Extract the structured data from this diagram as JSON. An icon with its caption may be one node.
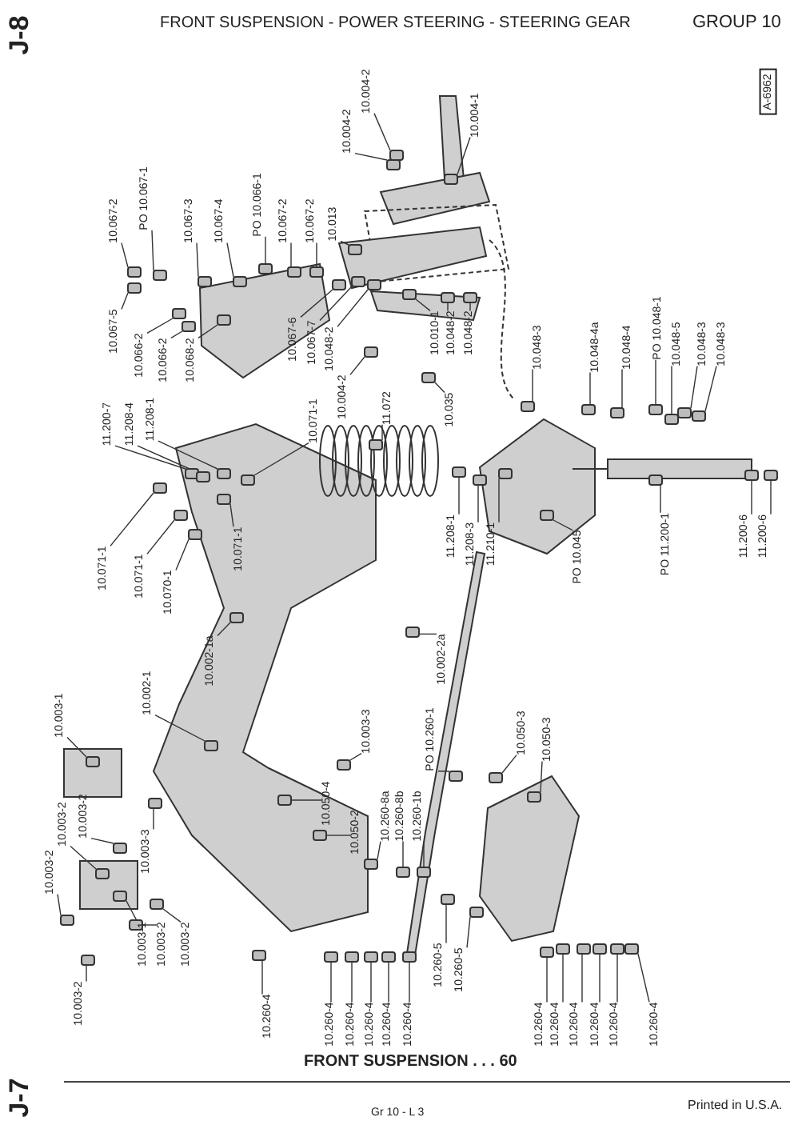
{
  "diagram": {
    "title": "FRONT SUSPENSION - POWER STEERING - STEERING GEAR",
    "nodes": [
      {
        "text": [
          "10.004-2"
        ]
      },
      {
        "text": [
          "10.004-2"
        ]
      },
      {
        "text": [
          "10.004-1"
        ]
      },
      {
        "text": [
          "10.067-2"
        ]
      },
      {
        "text": [
          "PO 10.067-1"
        ]
      },
      {
        "text": [
          "10.067-3"
        ]
      },
      {
        "text": [
          "10.067-4"
        ]
      },
      {
        "text": [
          "PO 10.066-1"
        ]
      },
      {
        "text": [
          "10.067-2"
        ]
      },
      {
        "text": [
          "10.067-2"
        ]
      },
      {
        "text": [
          "10.013"
        ]
      },
      {
        "text": [
          "10.067-5"
        ]
      },
      {
        "text": [
          "10.066-2"
        ]
      },
      {
        "text": [
          "10.066-2"
        ]
      },
      {
        "text": [
          "10.068-2"
        ]
      },
      {
        "text": [
          "10.067-6"
        ]
      },
      {
        "text": [
          "10.067-7"
        ]
      },
      {
        "text": [
          "10.048-2"
        ]
      },
      {
        "text": [
          "10.004-2"
        ]
      },
      {
        "text": [
          "10.010-1"
        ]
      },
      {
        "text": [
          "10.048-2"
        ]
      },
      {
        "text": [
          "10.048-2"
        ]
      },
      {
        "text": [
          "10.035"
        ]
      },
      {
        "text": [
          "11.200-7"
        ]
      },
      {
        "text": [
          "11.208-4"
        ]
      },
      {
        "text": [
          "11.208-1"
        ]
      },
      {
        "text": [
          "10.071-1"
        ]
      },
      {
        "text": [
          "11.072"
        ]
      },
      {
        "text": [
          "10.071-1"
        ]
      },
      {
        "text": [
          "10.071-1"
        ]
      },
      {
        "text": [
          "10.070-1"
        ]
      },
      {
        "text": [
          "10.071-1"
        ]
      },
      {
        "text": [
          "10.002-1a"
        ]
      },
      {
        "text": [
          "10.002-1"
        ]
      },
      {
        "text": [
          "10.003-1"
        ]
      },
      {
        "text": [
          "10.048-3"
        ]
      },
      {
        "text": [
          "10.048-4a"
        ]
      },
      {
        "text": [
          "10.048-4"
        ]
      },
      {
        "text": [
          "PO 10.048-1"
        ]
      },
      {
        "text": [
          "10.048-5"
        ]
      },
      {
        "text": [
          "10.048-3"
        ]
      },
      {
        "text": [
          "10.048-3"
        ]
      },
      {
        "text": [
          "11.208-1"
        ]
      },
      {
        "text": [
          "11.208-3"
        ]
      },
      {
        "text": [
          "11.210-1"
        ]
      },
      {
        "text": [
          "PO 10.045"
        ]
      },
      {
        "text": [
          "PO 11.200-1"
        ]
      },
      {
        "text": [
          "11.200-6"
        ]
      },
      {
        "text": [
          "11.200-6"
        ]
      },
      {
        "text": [
          "10.003-3"
        ]
      },
      {
        "text": [
          "10.002-2a"
        ]
      },
      {
        "text": [
          "PO 10.260-1"
        ]
      },
      {
        "text": [
          "10.050-3"
        ]
      },
      {
        "text": [
          "10.050-3"
        ]
      },
      {
        "text": [
          "10.003-2"
        ]
      },
      {
        "text": [
          "10.003-2"
        ]
      },
      {
        "text": [
          "10.003-3"
        ]
      },
      {
        "text": [
          "10.050-4"
        ]
      },
      {
        "text": [
          "10.050-2"
        ]
      },
      {
        "text": [
          "10.260-8a"
        ]
      },
      {
        "text": [
          "10.260-8b"
        ]
      },
      {
        "text": [
          "10.260-1b"
        ]
      },
      {
        "text": [
          "10.003-2"
        ]
      },
      {
        "text": [
          "10.003-1"
        ]
      },
      {
        "text": [
          "10.003-2"
        ]
      },
      {
        "text": [
          "10.003-2"
        ]
      },
      {
        "text": [
          "10.003-2"
        ]
      },
      {
        "text": [
          "10.260-4"
        ]
      },
      {
        "text": [
          "10.260-5"
        ]
      },
      {
        "text": [
          "10.260-5"
        ]
      },
      {
        "text": [
          "10.260-4"
        ]
      },
      {
        "text": [
          "10.260-4"
        ]
      },
      {
        "text": [
          "10.260-4"
        ]
      },
      {
        "text": [
          "10.260-4"
        ]
      },
      {
        "text": [
          "10.260-4"
        ]
      },
      {
        "text": [
          "10.260-4"
        ]
      },
      {
        "text": [
          "10.260-4"
        ]
      },
      {
        "text": [
          "10.260-4"
        ]
      },
      {
        "text": [
          "10.260-4"
        ]
      },
      {
        "text": [
          "10.260-4"
        ]
      },
      {
        "text": [
          "10.260-4"
        ]
      },
      {
        "text": [],
        "shape": "box"
      },
      {
        "text": [],
        "shape": "box"
      },
      {
        "text": [],
        "shape": "box"
      },
      {
        "text": [],
        "shape": "box"
      },
      {
        "text": [],
        "shape": "box"
      },
      {
        "text": [],
        "shape": "box"
      },
      {
        "text": [],
        "shape": "box"
      },
      {
        "text": [],
        "shape": "box"
      },
      {
        "text": [],
        "shape": "box"
      },
      {
        "text": [],
        "shape": "box"
      },
      {
        "text": [],
        "shape": "box"
      },
      {
        "text": [],
        "shape": "box"
      },
      {
        "text": [],
        "shape": "box"
      },
      {
        "text": [],
        "shape": "box"
      },
      {
        "text": [],
        "shape": "box"
      },
      {
        "text": [],
        "shape": "box"
      },
      {
        "text": [],
        "shape": "box"
      },
      {
        "text": [],
        "shape": "box"
      },
      {
        "text": [],
        "shape": "box"
      },
      {
        "text": [],
        "shape": "box"
      },
      {
        "text": [],
        "shape": "box"
      },
      {
        "text": [],
        "shape": "box"
      },
      {
        "text": [],
        "shape": "box"
      },
      {
        "text": [],
        "shape": "box"
      },
      {
        "text": [],
        "shape": "box"
      },
      {
        "text": [],
        "shape": "box"
      },
      {
        "text": [],
        "shape": "box"
      },
      {
        "text": [],
        "shape": "box"
      },
      {
        "text": [],
        "shape": "box"
      },
      {
        "text": [],
        "shape": "box"
      },
      {
        "text": [],
        "shape": "box"
      },
      {
        "text": [],
        "shape": "box"
      },
      {
        "text": [],
        "shape": "box"
      },
      {
        "text": [],
        "shape": "box"
      },
      {
        "text": [],
        "shape": "box"
      },
      {
        "text": [],
        "shape": "box"
      },
      {
        "text": [],
        "shape": "box"
      },
      {
        "text": [],
        "shape": "box"
      },
      {
        "text": [],
        "shape": "box"
      },
      {
        "text": [],
        "shape": "box"
      },
      {
        "text": [],
        "shape": "box"
      },
      {
        "text": [],
        "shape": "box"
      },
      {
        "text": [],
        "shape": "box"
      },
      {
        "text": [],
        "shape": "box"
      },
      {
        "text": [],
        "shape": "box"
      },
      {
        "text": [],
        "shape": "box"
      },
      {
        "text": [],
        "shape": "box"
      },
      {
        "text": [],
        "shape": "box"
      },
      {
        "text": [],
        "shape": "box"
      },
      {
        "text": [],
        "shape": "box"
      },
      {
        "text": [],
        "shape": "box"
      },
      {
        "text": [],
        "shape": "box"
      },
      {
        "text": [],
        "shape": "box"
      },
      {
        "text": [],
        "shape": "box"
      },
      {
        "text": [],
        "shape": "box"
      },
      {
        "text": [],
        "shape": "box"
      },
      {
        "text": [],
        "shape": "box"
      },
      {
        "text": [],
        "shape": "box"
      },
      {
        "text": [],
        "shape": "box"
      },
      {
        "text": [],
        "shape": "box"
      },
      {
        "text": [],
        "shape": "box"
      },
      {
        "text": [],
        "shape": "box"
      },
      {
        "text": [],
        "shape": "box"
      },
      {
        "text": [],
        "shape": "box"
      },
      {
        "text": [],
        "shape": "box"
      },
      {
        "text": [],
        "shape": "box"
      },
      {
        "text": [],
        "shape": "box"
      },
      {
        "text": [],
        "shape": "box"
      },
      {
        "text": [],
        "shape": "box"
      },
      {
        "text": [],
        "shape": "box"
      },
      {
        "text": [],
        "shape": "box"
      },
      {
        "text": [],
        "shape": "box"
      },
      {
        "text": [],
        "shape": "box"
      },
      {
        "text": [],
        "shape": "box"
      },
      {
        "text": [],
        "shape": "box"
      },
      {
        "text": [],
        "shape": "box"
      },
      {
        "text": [],
        "shape": "box"
      },
      {
        "text": [],
        "shape": "box"
      },
      {
        "text": [],
        "shape": "box"
      },
      {
        "text": [],
        "shape": "box"
      },
      {
        "text": [],
        "shape": "box"
      }
    ],
    "edges": [
      {
        "from": 0,
        "to": 81,
        "arrow": "none"
      },
      {
        "from": 1,
        "to": 82,
        "arrow": "none"
      },
      {
        "from": 2,
        "to": 83,
        "arrow": "none"
      },
      {
        "from": 3,
        "to": 84,
        "arrow": "none"
      },
      {
        "from": 4,
        "to": 85,
        "arrow": "none"
      },
      {
        "from": 5,
        "to": 86,
        "arrow": "none"
      },
      {
        "from": 6,
        "to": 87,
        "arrow": "none"
      },
      {
        "from": 7,
        "to": 88,
        "arrow": "none"
      },
      {
        "from": 8,
        "to": 89,
        "arrow": "none"
      },
      {
        "from": 9,
        "to": 90,
        "arrow": "none"
      },
      {
        "from": 10,
        "to": 91,
        "arrow": "none"
      },
      {
        "from": 11,
        "to": 92,
        "arrow": "none"
      },
      {
        "from": 12,
        "to": 93,
        "arrow": "none"
      },
      {
        "from": 13,
        "to": 94,
        "arrow": "none"
      },
      {
        "from": 14,
        "to": 95,
        "arrow": "none"
      },
      {
        "from": 15,
        "to": 96,
        "arrow": "none"
      },
      {
        "from": 16,
        "to": 97,
        "arrow": "none"
      },
      {
        "from": 17,
        "to": 98,
        "arrow": "none"
      },
      {
        "from": 18,
        "to": 99,
        "arrow": "none"
      },
      {
        "from": 19,
        "to": 100,
        "arrow": "none"
      },
      {
        "from": 20,
        "to": 101,
        "arrow": "none"
      },
      {
        "from": 21,
        "to": 102,
        "arrow": "none"
      },
      {
        "from": 22,
        "to": 103,
        "arrow": "none"
      },
      {
        "from": 23,
        "to": 104,
        "arrow": "none"
      },
      {
        "from": 24,
        "to": 105,
        "arrow": "none"
      },
      {
        "from": 25,
        "to": 106,
        "arrow": "none"
      },
      {
        "from": 26,
        "to": 107,
        "arrow": "none"
      },
      {
        "from": 27,
        "to": 108,
        "arrow": "none"
      },
      {
        "from": 28,
        "to": 109,
        "arrow": "none"
      },
      {
        "from": 29,
        "to": 110,
        "arrow": "none"
      },
      {
        "from": 30,
        "to": 111,
        "arrow": "none"
      },
      {
        "from": 31,
        "to": 112,
        "arrow": "none"
      },
      {
        "from": 32,
        "to": 113,
        "arrow": "none"
      },
      {
        "from": 33,
        "to": 114,
        "arrow": "none"
      },
      {
        "from": 34,
        "to": 115,
        "arrow": "none"
      },
      {
        "from": 35,
        "to": 116,
        "arrow": "none"
      },
      {
        "from": 36,
        "to": 117,
        "arrow": "none"
      },
      {
        "from": 37,
        "to": 118,
        "arrow": "none"
      },
      {
        "from": 38,
        "to": 119,
        "arrow": "none"
      },
      {
        "from": 39,
        "to": 120,
        "arrow": "none"
      },
      {
        "from": 40,
        "to": 121,
        "arrow": "none"
      },
      {
        "from": 41,
        "to": 122,
        "arrow": "none"
      },
      {
        "from": 42,
        "to": 123,
        "arrow": "none"
      },
      {
        "from": 43,
        "to": 124,
        "arrow": "none"
      },
      {
        "from": 44,
        "to": 125,
        "arrow": "none"
      },
      {
        "from": 45,
        "to": 126,
        "arrow": "none"
      },
      {
        "from": 46,
        "to": 127,
        "arrow": "none"
      },
      {
        "from": 47,
        "to": 128,
        "arrow": "none"
      },
      {
        "from": 48,
        "to": 129,
        "arrow": "none"
      },
      {
        "from": 49,
        "to": 130,
        "arrow": "none"
      },
      {
        "from": 50,
        "to": 131,
        "arrow": "none"
      },
      {
        "from": 51,
        "to": 132,
        "arrow": "none"
      },
      {
        "from": 52,
        "to": 133,
        "arrow": "none"
      },
      {
        "from": 53,
        "to": 134,
        "arrow": "none"
      },
      {
        "from": 54,
        "to": 135,
        "arrow": "none"
      },
      {
        "from": 55,
        "to": 136,
        "arrow": "none"
      },
      {
        "from": 56,
        "to": 137,
        "arrow": "none"
      },
      {
        "from": 57,
        "to": 138,
        "arrow": "none"
      },
      {
        "from": 58,
        "to": 139,
        "arrow": "none"
      },
      {
        "from": 59,
        "to": 140,
        "arrow": "none"
      },
      {
        "from": 60,
        "to": 141,
        "arrow": "none"
      },
      {
        "from": 61,
        "to": 142,
        "arrow": "none"
      },
      {
        "from": 62,
        "to": 143,
        "arrow": "none"
      },
      {
        "from": 63,
        "to": 144,
        "arrow": "none"
      },
      {
        "from": 64,
        "to": 145,
        "arrow": "none"
      },
      {
        "from": 65,
        "to": 146,
        "arrow": "none"
      },
      {
        "from": 66,
        "to": 147,
        "arrow": "none"
      },
      {
        "from": 67,
        "to": 148,
        "arrow": "none"
      },
      {
        "from": 68,
        "to": 149,
        "arrow": "none"
      },
      {
        "from": 69,
        "to": 150,
        "arrow": "none"
      },
      {
        "from": 70,
        "to": 151,
        "arrow": "none"
      },
      {
        "from": 71,
        "to": 152,
        "arrow": "none"
      },
      {
        "from": 72,
        "to": 153,
        "arrow": "none"
      },
      {
        "from": 73,
        "to": 154,
        "arrow": "none"
      },
      {
        "from": 74,
        "to": 155,
        "arrow": "none"
      },
      {
        "from": 75,
        "to": 156,
        "arrow": "none"
      },
      {
        "from": 76,
        "to": 157,
        "arrow": "none"
      },
      {
        "from": 77,
        "to": 158,
        "arrow": "none"
      },
      {
        "from": 78,
        "to": 159,
        "arrow": "none"
      },
      {
        "from": 79,
        "to": 160,
        "arrow": "none"
      },
      {
        "from": 80,
        "to": 161,
        "arrow": "none"
      }
    ],
    "labels": [
      "J-8",
      "GROUP 10",
      "A-6962",
      "FRONT SUSPENSION . . . 60",
      "J-7",
      "Gr 10 - L 3",
      "Printed in U.S.A."
    ]
  }
}
